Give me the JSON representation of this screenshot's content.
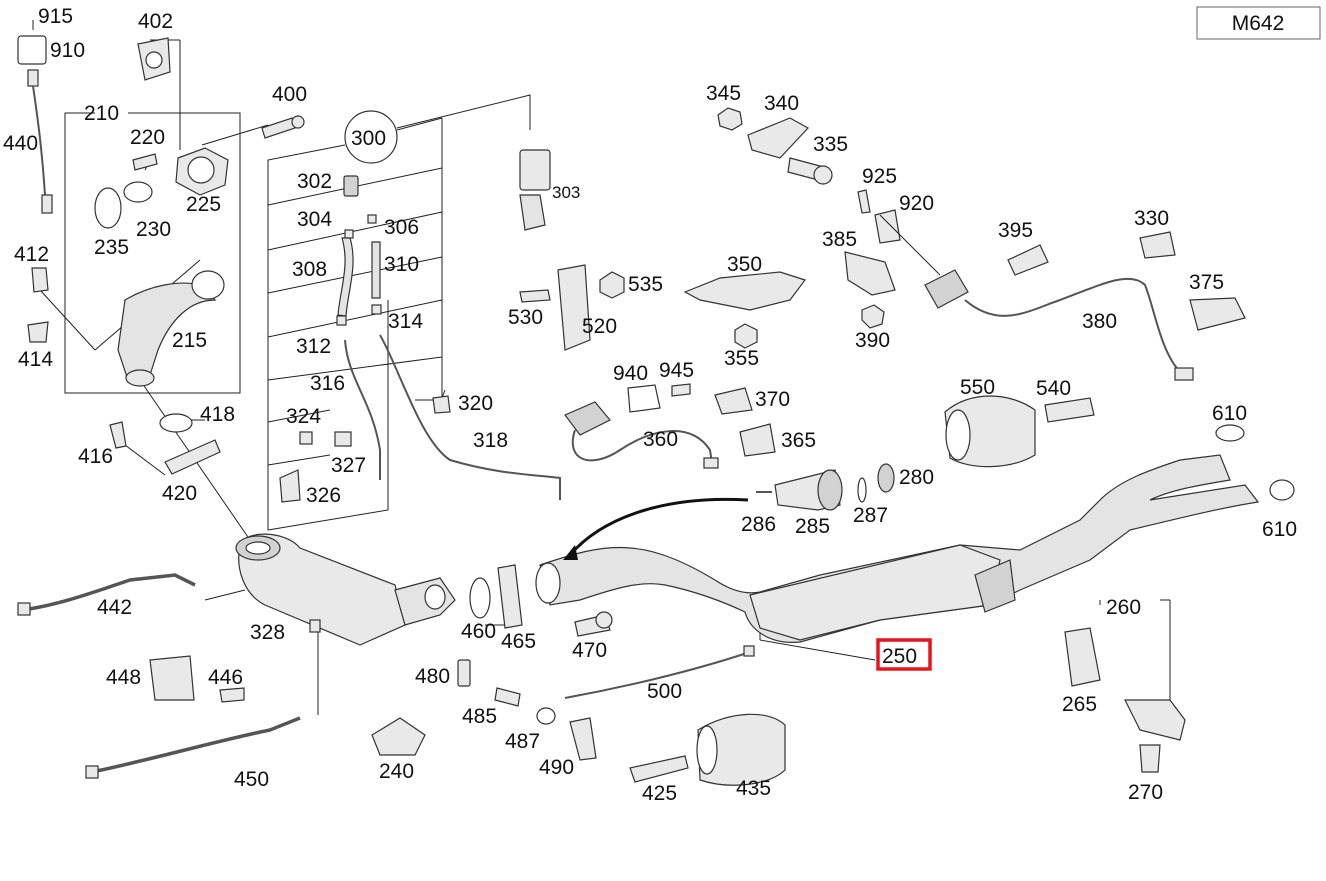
{
  "model_code": "M642",
  "highlighted_part": "250",
  "labels": {
    "l915": "915",
    "l910": "910",
    "l402": "402",
    "l440": "440",
    "l210": "210",
    "l220": "220",
    "l400": "400",
    "l300": "300",
    "l302": "302",
    "l303": "303",
    "l304": "304",
    "l306": "306",
    "l308": "308",
    "l310": "310",
    "l312": "312",
    "l314": "314",
    "l316": "316",
    "l318": "318",
    "l320": "320",
    "l324": "324",
    "l326": "326",
    "l327": "327",
    "l328": "328",
    "l225": "225",
    "l230": "230",
    "l235": "235",
    "l215": "215",
    "l412": "412",
    "l414": "414",
    "l416": "416",
    "l418": "418",
    "l420": "420",
    "l442": "442",
    "l448": "448",
    "l446": "446",
    "l450": "450",
    "l240": "240",
    "l345": "345",
    "l340": "340",
    "l335": "335",
    "l925": "925",
    "l920": "920",
    "l395": "395",
    "l330": "330",
    "l375": "375",
    "l385": "385",
    "l350": "350",
    "l535": "535",
    "l530": "530",
    "l520": "520",
    "l355": "355",
    "l390": "390",
    "l380": "380",
    "l940": "940",
    "l945": "945",
    "l370": "370",
    "l360": "360",
    "l365": "365",
    "l550": "550",
    "l540": "540",
    "l610a": "610",
    "l610b": "610",
    "l280": "280",
    "l286": "286",
    "l285": "285",
    "l287": "287",
    "l250": "250",
    "l460": "460",
    "l465": "465",
    "l470": "470",
    "l480": "480",
    "l500": "500",
    "l485": "485",
    "l487": "487",
    "l490": "490",
    "l425": "425",
    "l435": "435",
    "l260": "260",
    "l265": "265",
    "l270": "270"
  },
  "colors": {
    "highlight": "#e8141c",
    "line": "#222222",
    "part_fill": "#e9e9e9"
  }
}
